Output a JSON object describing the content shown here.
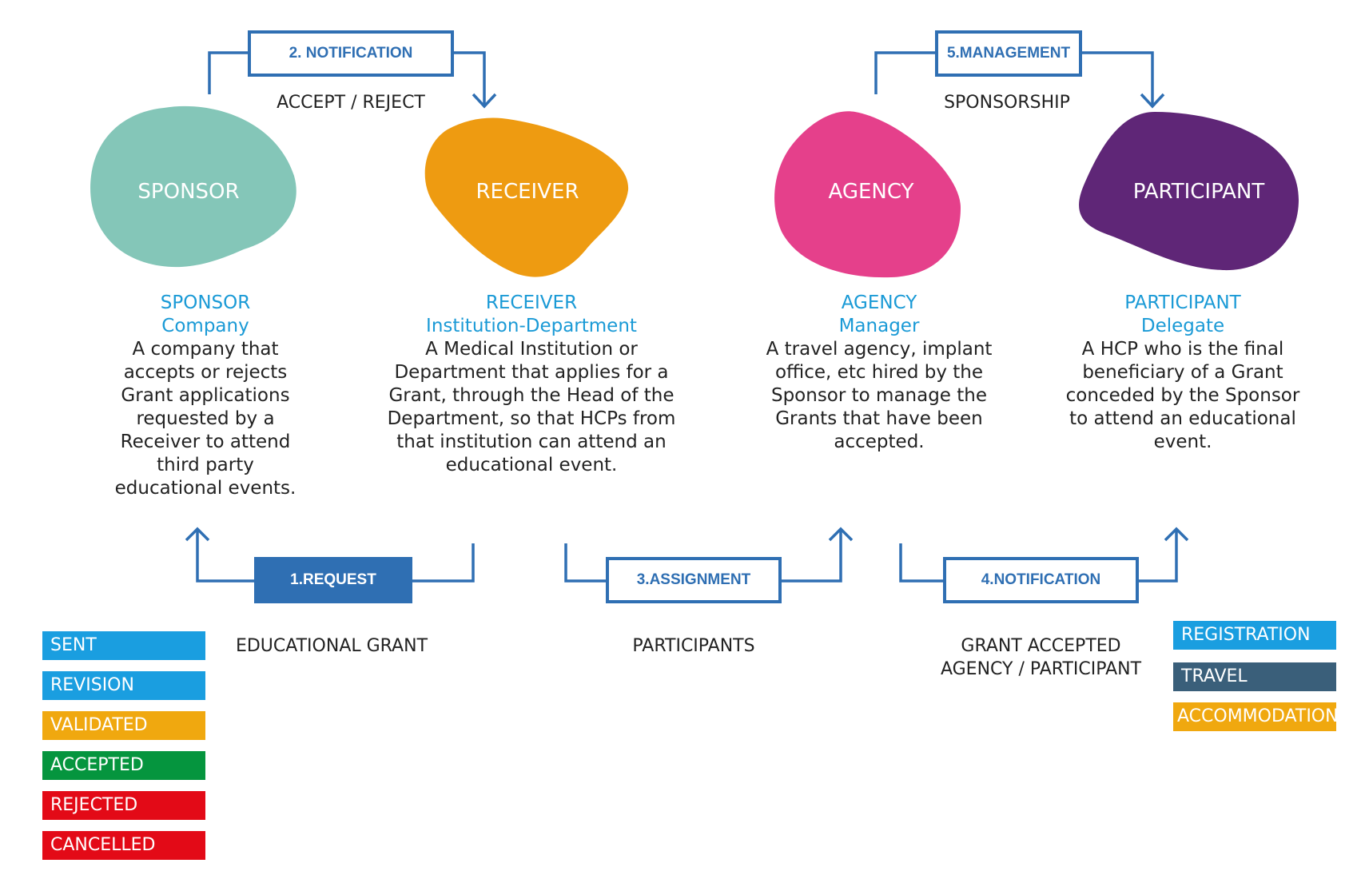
{
  "colors": {
    "sponsor": "#84c6b8",
    "receiver": "#ee9b11",
    "agency": "#e5408b",
    "participant": "#5f2677",
    "flow": "#2f6fb3",
    "role_text": "#1a9ad6"
  },
  "steps": {
    "request": "1.REQUEST",
    "notification_top": "2. NOTIFICATION",
    "assignment": "3.ASSIGNMENT",
    "notification_bottom": "4.NOTIFICATION",
    "management": "5.MANAGEMENT"
  },
  "flow_labels": {
    "accept_reject": "ACCEPT / REJECT",
    "sponsorship": "SPONSORSHIP",
    "educational_grant": "EDUCATIONAL GRANT",
    "participants": "PARTICIPANTS",
    "grant_accepted_line1": "GRANT ACCEPTED",
    "grant_accepted_line2": "AGENCY / PARTICIPANT"
  },
  "roles": [
    {
      "blob_label": "SPONSOR",
      "title": "SPONSOR",
      "subtitle": "Company",
      "description": "A company that accepts or rejects Grant applications requested by a Receiver to attend third party educational events."
    },
    {
      "blob_label": "RECEIVER",
      "title": "RECEIVER",
      "subtitle": "Institution-Department",
      "description": "A Medical Institution or Department that applies for a Grant, through the Head of the Department,  so that HCPs from that institution can attend an educational event."
    },
    {
      "blob_label": "AGENCY",
      "title": "AGENCY",
      "subtitle": "Manager",
      "description": "A travel agency, implant office, etc hired by the Sponsor to manage the Grants that have been accepted."
    },
    {
      "blob_label": "PARTICIPANT",
      "title": "PARTICIPANT",
      "subtitle": "Delegate",
      "description": "A HCP who is the final beneficiary of a Grant conceded by the Sponsor to attend an educational event."
    }
  ],
  "status_legend": [
    {
      "label": "SENT",
      "color": "#1a9ee0"
    },
    {
      "label": "REVISION",
      "color": "#1a9ee0"
    },
    {
      "label": "VALIDATED",
      "color": "#f0a80f"
    },
    {
      "label": "ACCEPTED",
      "color": "#05953e"
    },
    {
      "label": "REJECTED",
      "color": "#e30a17"
    },
    {
      "label": "CANCELLED",
      "color": "#e30a17"
    }
  ],
  "service_legend": [
    {
      "label": "REGISTRATION",
      "color": "#1a9ee0"
    },
    {
      "label": "TRAVEL",
      "color": "#3a5f7a"
    },
    {
      "label": "ACCOMMODATION",
      "color": "#f0a80f"
    }
  ]
}
